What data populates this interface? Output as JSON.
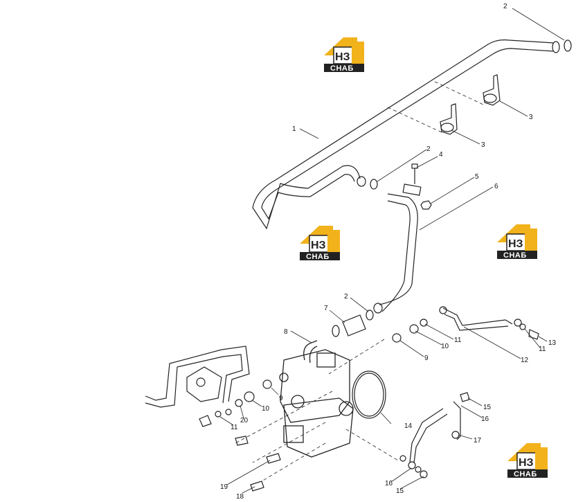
{
  "diagram": {
    "callouts": [
      {
        "id": "c2a",
        "label": "2"
      },
      {
        "id": "c1",
        "label": "1"
      },
      {
        "id": "c3a",
        "label": "3"
      },
      {
        "id": "c3b",
        "label": "3"
      },
      {
        "id": "c2b",
        "label": "2"
      },
      {
        "id": "c4",
        "label": "4"
      },
      {
        "id": "c5",
        "label": "5"
      },
      {
        "id": "c6",
        "label": "6"
      },
      {
        "id": "c2c",
        "label": "2"
      },
      {
        "id": "c7",
        "label": "7"
      },
      {
        "id": "c8",
        "label": "8"
      },
      {
        "id": "c9a",
        "label": "9"
      },
      {
        "id": "c10a",
        "label": "10"
      },
      {
        "id": "c11a",
        "label": "11"
      },
      {
        "id": "c12",
        "label": "12"
      },
      {
        "id": "c11b",
        "label": "11"
      },
      {
        "id": "c13",
        "label": "13"
      },
      {
        "id": "c9b",
        "label": "9"
      },
      {
        "id": "c10b",
        "label": "10"
      },
      {
        "id": "c20",
        "label": "20"
      },
      {
        "id": "c11c",
        "label": "11"
      },
      {
        "id": "c14",
        "label": "14"
      },
      {
        "id": "c15a",
        "label": "15"
      },
      {
        "id": "c16a",
        "label": "16"
      },
      {
        "id": "c17",
        "label": "17"
      },
      {
        "id": "c19",
        "label": "19"
      },
      {
        "id": "c18",
        "label": "18"
      },
      {
        "id": "c16b",
        "label": "16"
      },
      {
        "id": "c15b",
        "label": "15"
      }
    ],
    "watermark": {
      "top": "НЗ",
      "bottom": "СНАБ",
      "accent_color": "#f2b21c",
      "dark_color": "#222222"
    }
  }
}
